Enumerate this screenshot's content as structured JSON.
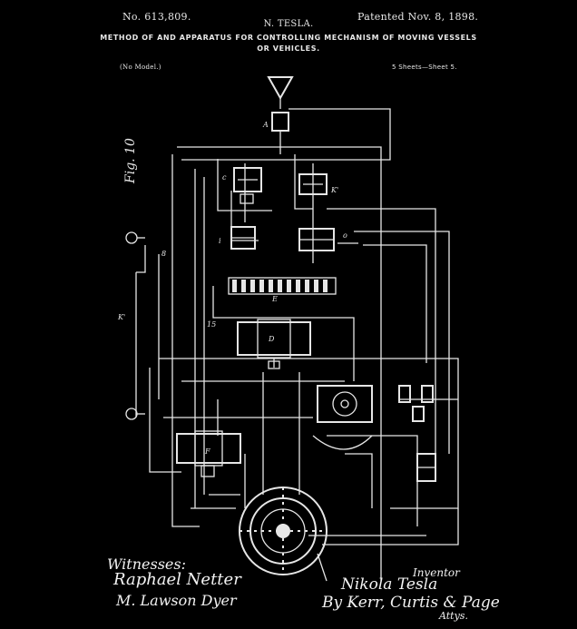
{
  "header": {
    "patent_number": "No. 613,809.",
    "inventor": "N. TESLA.",
    "patent_date": "Patented Nov. 8, 1898.",
    "title_line1": "METHOD OF AND APPARATUS FOR CONTROLLING MECHANISM OF MOVING VESSELS",
    "title_line2": "OR VEHICLES.",
    "model_note": "(No Model.)",
    "sheets_note": "5 Sheets—Sheet 5."
  },
  "figure": {
    "label": "Fig. 10"
  },
  "signatures": {
    "witnesses_label": "Witnesses:",
    "witness_1": "Raphael Netter",
    "witness_2": "M. Lawson Dyer",
    "inventor_label": "Inventor",
    "inventor_signature": "Nikola Tesla",
    "attorneys_signature": "By Kerr, Curtis & Page",
    "attorneys_label": "Attys."
  },
  "colors": {
    "background": "#000000",
    "ink": "#e6e6e6"
  }
}
